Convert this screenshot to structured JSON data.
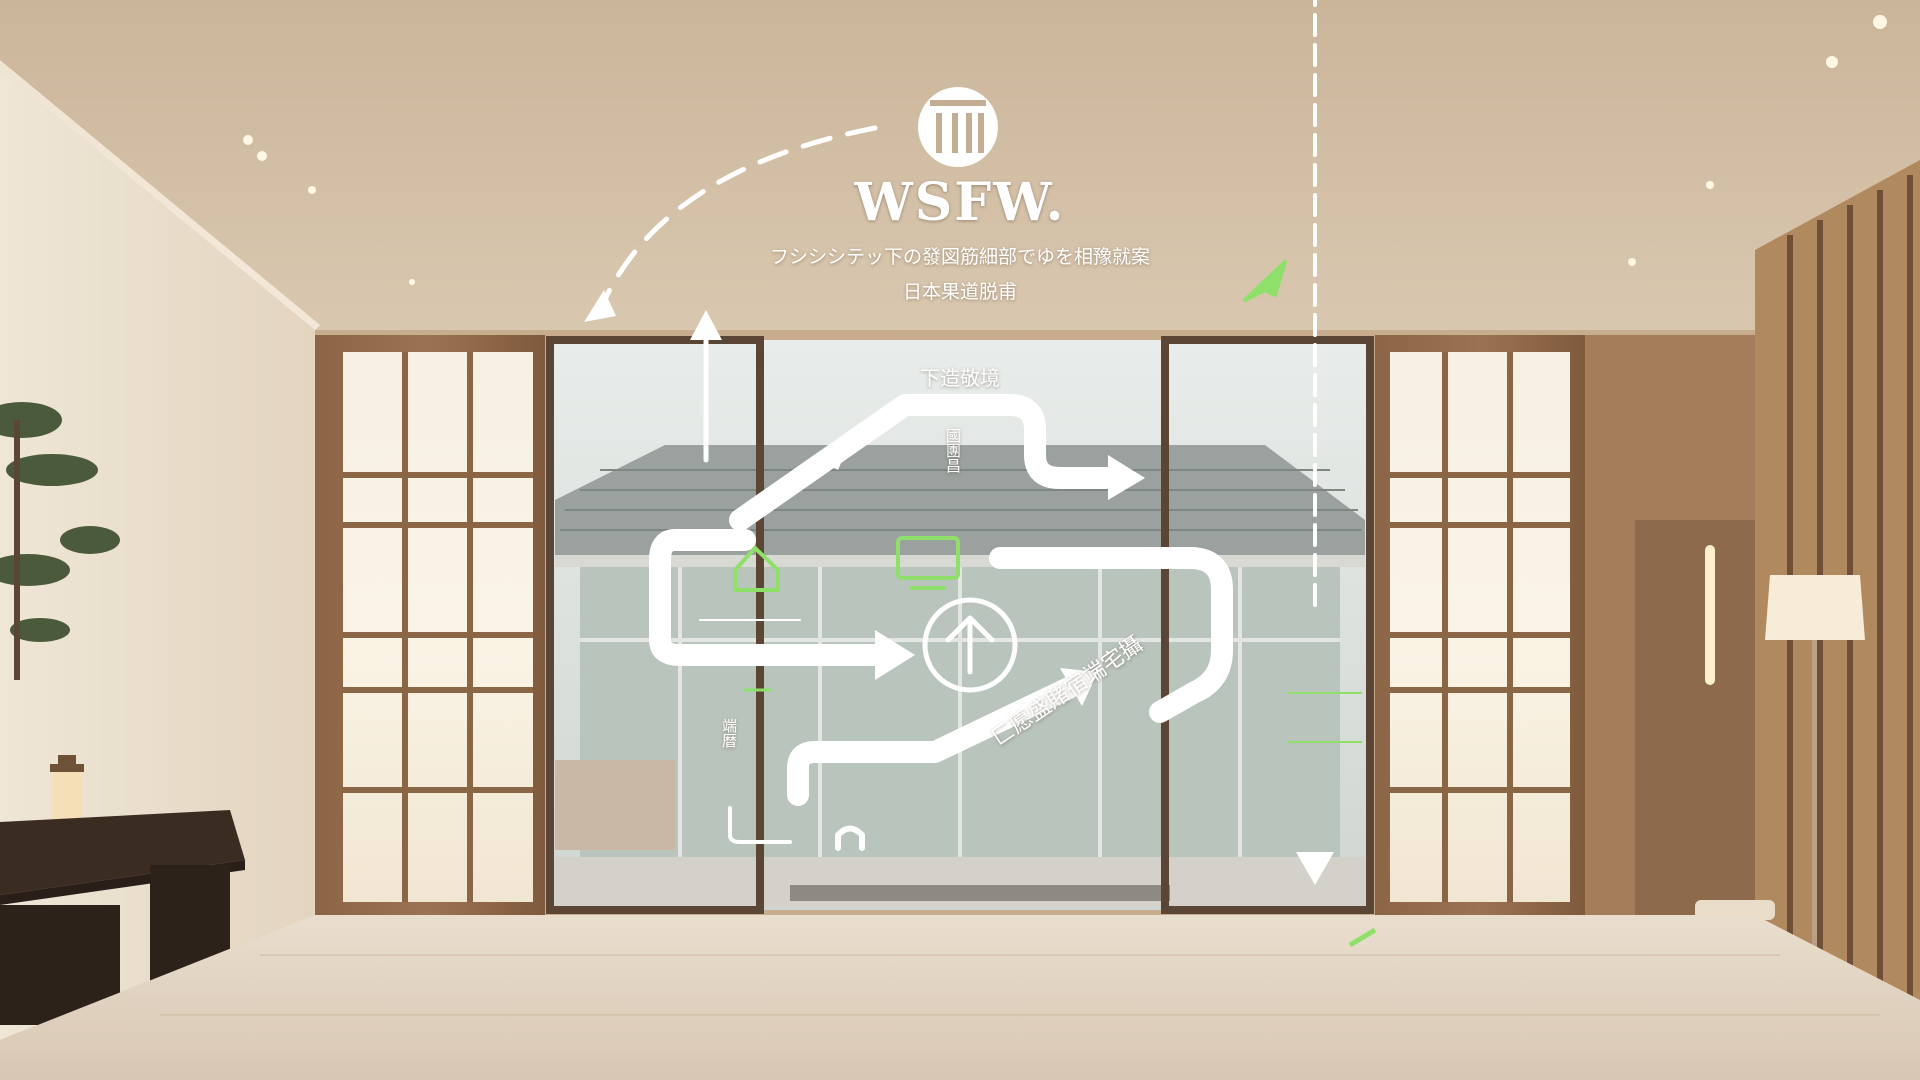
{
  "brand": {
    "name": "WSFW.",
    "logo_icon": "pillared-gate-emblem"
  },
  "taglines": [
    "フシシシテッ下の發図筋細部でゆを相豫就案",
    "日本果道脱甫"
  ],
  "route_labels": {
    "top": "下造敬境",
    "diagonal": "匚愿盛賭宿端宅攝",
    "vertical_1": "國團昌",
    "vertical_2": "端暦"
  },
  "colors": {
    "overlay_white": "#ffffff",
    "accent_green": "#8fe06a",
    "wall_plaster": "#e9dcc7",
    "wood": "#8a6444",
    "floor": "#e6d9c8"
  }
}
